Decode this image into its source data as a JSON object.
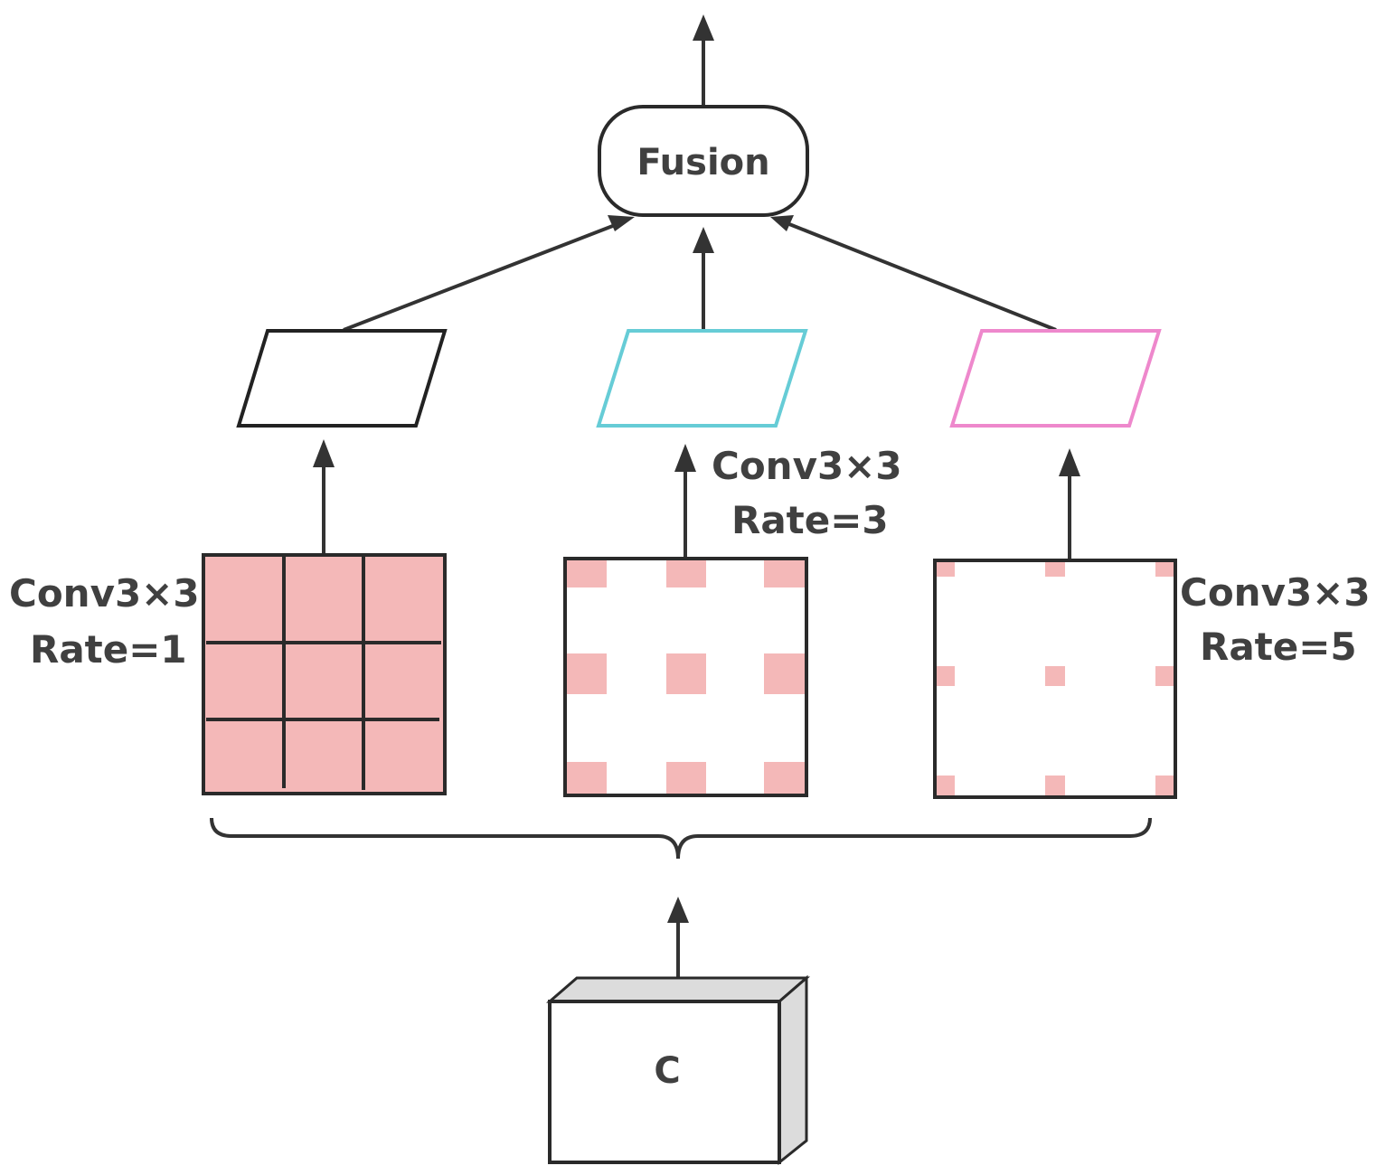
{
  "diagram": {
    "fusion": {
      "label": "Fusion"
    },
    "input": {
      "label": "C"
    },
    "branches": [
      {
        "line1": "Conv3×3",
        "line2": "Rate=1",
        "outline_color": "#222222"
      },
      {
        "line1": "Conv3×3",
        "line2": "Rate=3",
        "outline_color": "#66CCD6"
      },
      {
        "line1": "Conv3×3",
        "line2": "Rate=5",
        "outline_color": "#EE88CC"
      }
    ],
    "kernel_color": "#F4B8B8"
  }
}
